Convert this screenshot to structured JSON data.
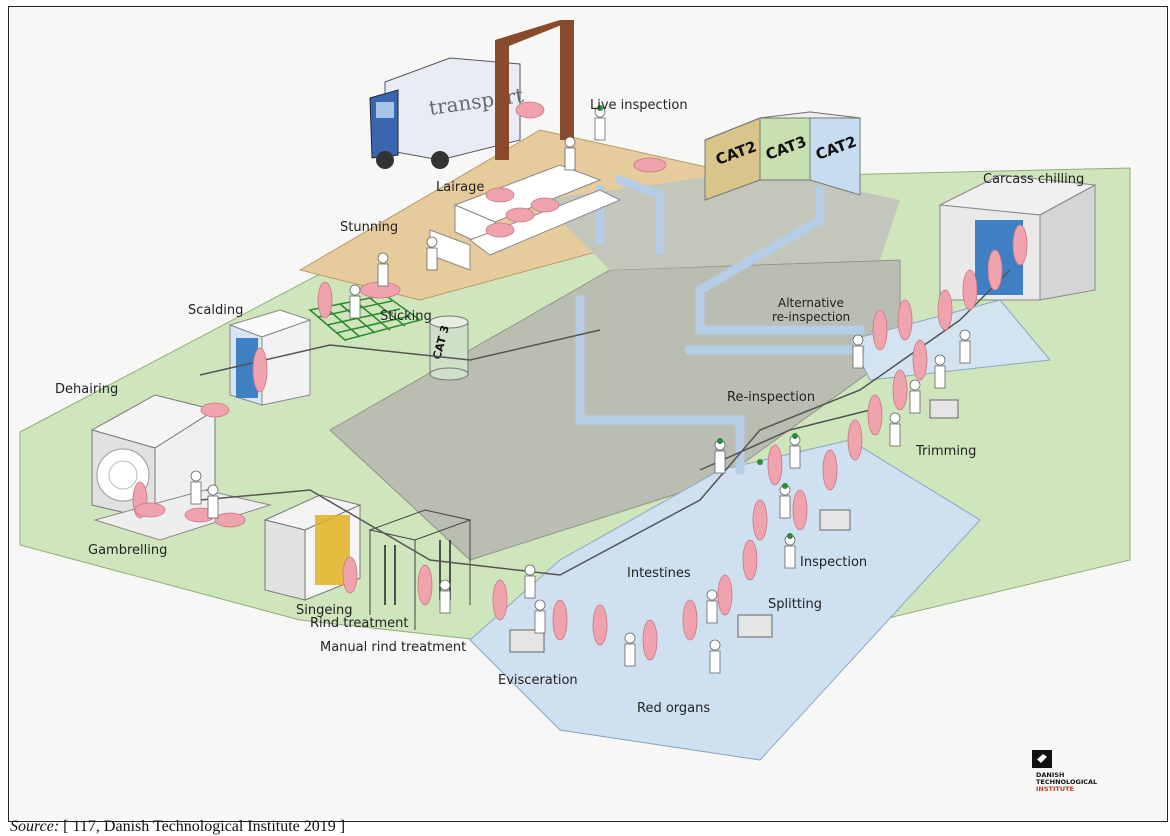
{
  "labels": {
    "live_inspection": "Live inspection",
    "lairage": "Lairage",
    "stunning": "Stunning",
    "sticking": "Sticking",
    "scalding": "Scalding",
    "dehairing": "Dehairing",
    "gambrelling": "Gambrelling",
    "singeing": "Singeing",
    "rind_treatment": "Rind treatment",
    "manual_rind_treatment": "Manual rind treatment",
    "evisceration": "Evisceration",
    "red_organs": "Red organs",
    "intestines": "Intestines",
    "splitting": "Splitting",
    "inspection": "Inspection",
    "trimming": "Trimming",
    "re_inspection": "Re-inspection",
    "alternative_line1": "Alternative",
    "alternative_line2": "re-inspection",
    "carcass_chilling": "Carcass chilling"
  },
  "truck_text": "transport",
  "bins": {
    "cat2_mixed": "CAT2",
    "cat3": "CAT3",
    "cat2": "CAT2",
    "cat3_drum": "CAT 3"
  },
  "logo": {
    "line1": "DANISH",
    "line2": "TECHNOLOGICAL",
    "line3": "INSTITUTE"
  },
  "caption": {
    "source_label": "Source:",
    "source_text": " [ 117, Danish Technological Institute 2019 ]"
  },
  "colors": {
    "clean_zone": "#c9e3b6",
    "dirty_zone": "#e3c99a",
    "blue_zone": "#cfe0f1",
    "corridor": "#b7bbb0",
    "pig": "#f0a3ad"
  }
}
